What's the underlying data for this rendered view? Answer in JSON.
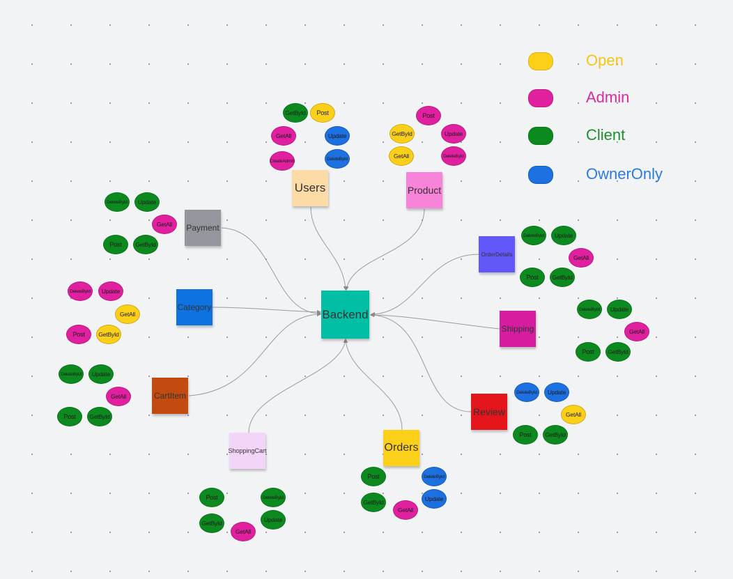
{
  "colors": {
    "open": "#fcd019",
    "admin": "#e0209f",
    "client": "#0c8a1f",
    "owner": "#1d70e0",
    "open_text": "#f5c518",
    "admin_text": "#d92ba0",
    "client_text": "#1f8f2e",
    "owner_text": "#2b7be0",
    "edge": "#9b9b9b"
  },
  "legend": [
    {
      "label": "Open",
      "type": "open"
    },
    {
      "label": "Admin",
      "type": "admin"
    },
    {
      "label": "Client",
      "type": "client"
    },
    {
      "label": "OwnerOnly",
      "type": "owner"
    }
  ],
  "center": {
    "label": "Backend",
    "color": "#00bfa5"
  },
  "nodes": [
    {
      "id": "users",
      "label": "Users",
      "color": "#fcdba6",
      "methods": [
        {
          "label": "GetById",
          "type": "client"
        },
        {
          "label": "Post",
          "type": "open"
        },
        {
          "label": "GetAll",
          "type": "admin"
        },
        {
          "label": "Update",
          "type": "owner"
        },
        {
          "label": "CreateAdmin",
          "type": "admin"
        },
        {
          "label": "DeleteById",
          "type": "owner"
        }
      ]
    },
    {
      "id": "product",
      "label": "Product",
      "color": "#f784d8",
      "methods": [
        {
          "label": "Post",
          "type": "admin"
        },
        {
          "label": "GetById",
          "type": "open"
        },
        {
          "label": "Update",
          "type": "admin"
        },
        {
          "label": "GetAll",
          "type": "open"
        },
        {
          "label": "DeleteById",
          "type": "admin"
        }
      ]
    },
    {
      "id": "payment",
      "label": "Payment",
      "color": "#93969c",
      "methods": [
        {
          "label": "DeleteById",
          "type": "client"
        },
        {
          "label": "Update",
          "type": "client"
        },
        {
          "label": "GetAll",
          "type": "admin"
        },
        {
          "label": "Post",
          "type": "client"
        },
        {
          "label": "GetById",
          "type": "client"
        }
      ]
    },
    {
      "id": "category",
      "label": "Category",
      "color": "#0e72e0",
      "methods": [
        {
          "label": "DeleteById",
          "type": "admin"
        },
        {
          "label": "Update",
          "type": "admin"
        },
        {
          "label": "GetAll",
          "type": "open"
        },
        {
          "label": "Post",
          "type": "admin"
        },
        {
          "label": "GetById",
          "type": "open"
        }
      ]
    },
    {
      "id": "cartitem",
      "label": "CartItem",
      "color": "#c44b0f",
      "methods": [
        {
          "label": "DeleteById",
          "type": "client"
        },
        {
          "label": "Update",
          "type": "client"
        },
        {
          "label": "GetAll",
          "type": "admin"
        },
        {
          "label": "Post",
          "type": "client"
        },
        {
          "label": "GetById",
          "type": "client"
        }
      ]
    },
    {
      "id": "shoppingcart",
      "label": "ShoppingCart",
      "color": "#f3d5fa",
      "methods": [
        {
          "label": "Post",
          "type": "client"
        },
        {
          "label": "DeleteById",
          "type": "client"
        },
        {
          "label": "GetById",
          "type": "client"
        },
        {
          "label": "Update",
          "type": "client"
        },
        {
          "label": "GetAll",
          "type": "admin"
        }
      ]
    },
    {
      "id": "orders",
      "label": "Orders",
      "color": "#fcd019",
      "methods": [
        {
          "label": "Post",
          "type": "client"
        },
        {
          "label": "DeleteById",
          "type": "owner"
        },
        {
          "label": "GetById",
          "type": "client"
        },
        {
          "label": "GetAll",
          "type": "admin"
        },
        {
          "label": "Update",
          "type": "owner"
        }
      ]
    },
    {
      "id": "review",
      "label": "Review",
      "color": "#e4161c",
      "methods": [
        {
          "label": "DeleteById",
          "type": "owner"
        },
        {
          "label": "Update",
          "type": "owner"
        },
        {
          "label": "GetAll",
          "type": "open"
        },
        {
          "label": "Post",
          "type": "client"
        },
        {
          "label": "GetById",
          "type": "client"
        }
      ]
    },
    {
      "id": "shipping",
      "label": "Shipping",
      "color": "#d61ca0",
      "methods": [
        {
          "label": "DeleteById",
          "type": "client"
        },
        {
          "label": "Update",
          "type": "client"
        },
        {
          "label": "GetAll",
          "type": "admin"
        },
        {
          "label": "Post",
          "type": "client"
        },
        {
          "label": "GetById",
          "type": "client"
        }
      ]
    },
    {
      "id": "orderdetails",
      "label": "OrderDetails",
      "color": "#6258fa",
      "methods": [
        {
          "label": "DeleteById",
          "type": "client"
        },
        {
          "label": "Update",
          "type": "client"
        },
        {
          "label": "GetAll",
          "type": "admin"
        },
        {
          "label": "Post",
          "type": "client"
        },
        {
          "label": "GetById",
          "type": "client"
        }
      ]
    }
  ]
}
